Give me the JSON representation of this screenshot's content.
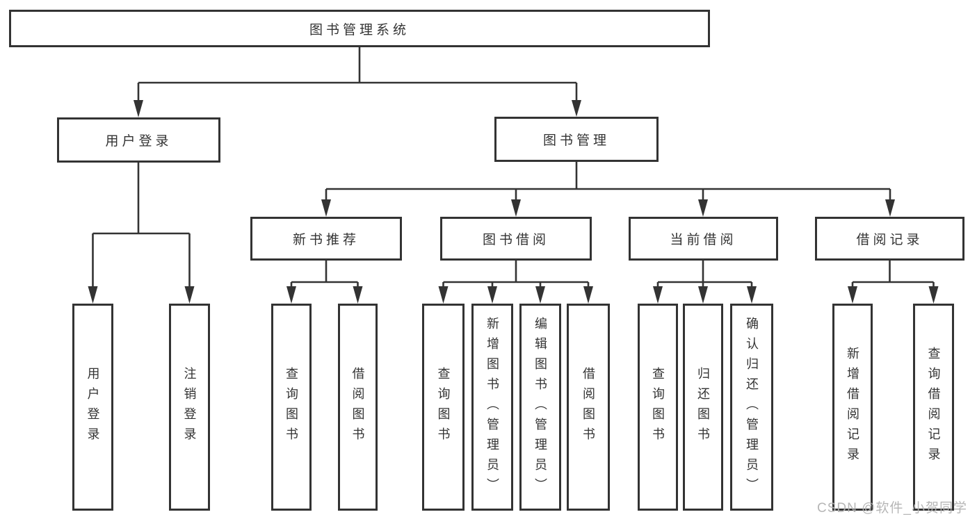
{
  "diagram_type": "hierarchy-tree",
  "colors": {
    "line": "#333333",
    "text": "#333333",
    "node_background": "#ffffff",
    "page_background": "#ffffff",
    "watermark": "#b2b2b2"
  },
  "tree": {
    "root": {
      "label": "图书管理系统",
      "children": [
        {
          "label": "用户登录",
          "children": [
            {
              "label": "用户登录"
            },
            {
              "label": "注销登录"
            }
          ]
        },
        {
          "label": "图书管理",
          "children": [
            {
              "label": "新书推荐",
              "children": [
                {
                  "label": "查询图书"
                },
                {
                  "label": "借阅图书"
                }
              ]
            },
            {
              "label": "图书借阅",
              "children": [
                {
                  "label": "查询图书"
                },
                {
                  "label": "新增图书（管理员）"
                },
                {
                  "label": "编辑图书（管理员）"
                },
                {
                  "label": "借阅图书"
                }
              ]
            },
            {
              "label": "当前借阅",
              "children": [
                {
                  "label": "查询图书"
                },
                {
                  "label": "归还图书"
                },
                {
                  "label": "确认归还（管理员）"
                }
              ]
            },
            {
              "label": "借阅记录",
              "children": [
                {
                  "label": "新增借阅记录"
                },
                {
                  "label": "查询借阅记录"
                }
              ]
            }
          ]
        }
      ]
    }
  },
  "watermark": {
    "text": "CSDN @软件_小贺同学"
  }
}
